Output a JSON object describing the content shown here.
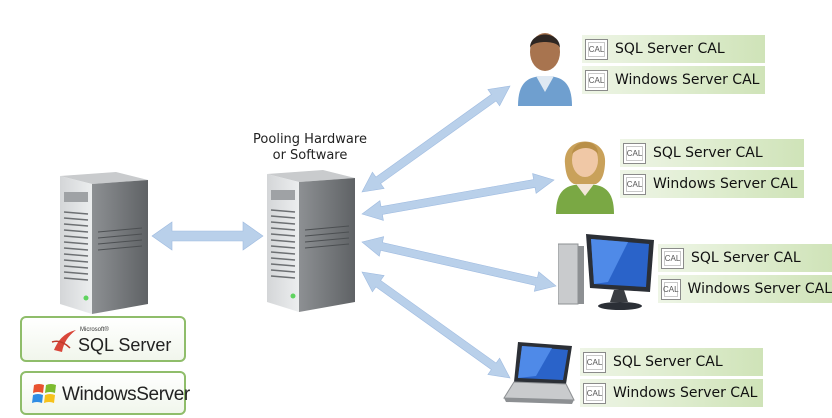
{
  "pooling_label": {
    "line1": "Pooling Hardware",
    "line2": "or Software"
  },
  "products": {
    "sql_server": {
      "brand": "Microsoft®",
      "name": "SQL Server"
    },
    "windows_server": {
      "name": "WindowsServer"
    }
  },
  "cal_icon_text": "CAL",
  "clients": [
    {
      "type": "user-male",
      "cals": [
        "SQL Server CAL",
        "Windows Server CAL"
      ]
    },
    {
      "type": "user-female",
      "cals": [
        "SQL Server CAL",
        "Windows Server CAL"
      ]
    },
    {
      "type": "desktop",
      "cals": [
        "SQL Server CAL",
        "Windows Server CAL"
      ]
    },
    {
      "type": "laptop",
      "cals": [
        "SQL Server CAL",
        "Windows Server CAL"
      ]
    }
  ],
  "colors": {
    "arrow": "#b8cfe9",
    "cal_band": "#dcebcb",
    "badge_border": "#8fbd6a"
  }
}
